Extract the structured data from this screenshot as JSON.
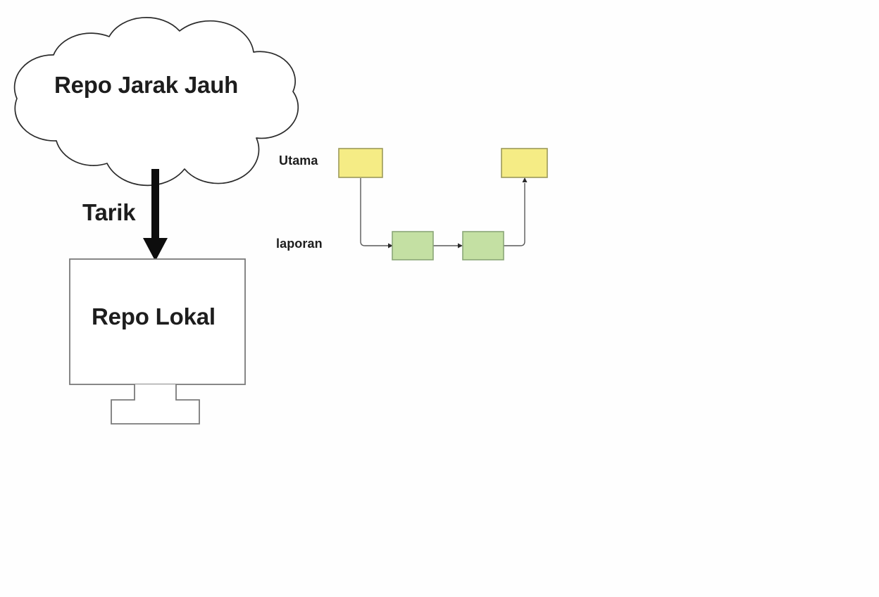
{
  "diagram": {
    "title_text": "Repo Jarak Jauh",
    "background_color": "#fefefe",
    "remote_repo": {
      "label": "Repo Jarak Jauh",
      "shape": "cloud",
      "stroke_color": "#2b2b2b",
      "fill_color": "#ffffff"
    },
    "pull_arrow": {
      "label": "Tarik",
      "direction": "down",
      "color": "#0d0d0d"
    },
    "local_repo": {
      "label": "Repo Lokal",
      "shape": "monitor",
      "stroke_color": "#7a7a7a",
      "fill_color": "#ffffff"
    },
    "branch_graph": {
      "rows": [
        {
          "name": "main-row",
          "label": "Utama"
        },
        {
          "name": "report-row",
          "label": "laporan"
        }
      ],
      "commits": [
        {
          "id": "main-1",
          "branch": "Utama",
          "color": "#f5ec85",
          "border": "#9c9a5a"
        },
        {
          "id": "report-1",
          "branch": "laporan",
          "color": "#c4e0a3",
          "border": "#8aa677"
        },
        {
          "id": "report-2",
          "branch": "laporan",
          "color": "#c4e0a3",
          "border": "#8aa677"
        },
        {
          "id": "main-2",
          "branch": "Utama",
          "color": "#f5ec85",
          "border": "#9c9a5a"
        }
      ],
      "connectors": [
        {
          "from": "main-1",
          "to": "report-1",
          "kind": "branch-out"
        },
        {
          "from": "report-1",
          "to": "report-2",
          "kind": "straight"
        },
        {
          "from": "report-2",
          "to": "main-2",
          "kind": "merge-in"
        }
      ],
      "line_color": "#595959"
    }
  }
}
